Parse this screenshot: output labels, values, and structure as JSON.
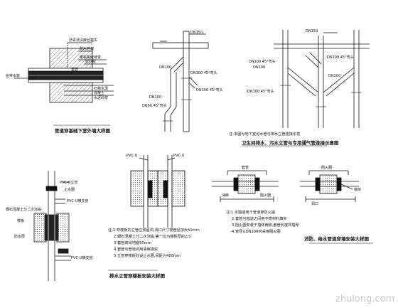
{
  "detail_tl": {
    "caption": "管道穿基础下室外墙大样图",
    "labels": [
      "沥青浸渍麻丝塞实",
      "防水卷材",
      "聚氨酯嵌缝膏",
      "密封胶",
      "套管",
      "石棉水泥",
      "混凝土",
      "水泥砂浆",
      "给排水管"
    ]
  },
  "detail_tm": {
    "labels": [
      "DN150",
      "DN100",
      "DN100 45°弯头",
      "DN100 45°弯头",
      "DN50 45°弯头",
      "DN100"
    ]
  },
  "detail_tr": {
    "labels": [
      "DN150",
      "DN100",
      "DN100 45°弯头",
      "DN100 45°弯头",
      "DN100 45°弯头",
      "DN100"
    ],
    "note": "注:本图为地下室污水管与排水立管连接示意",
    "caption": "卫生间排水、污水立管与专用通气管连接示意图"
  },
  "detail_bl": {
    "labels": [
      "PVC-U立管",
      "止水圈",
      "PVC-U横支管",
      "细石混凝土分二次浇捣",
      "楼板",
      "防水层",
      "PVC-U横支管"
    ]
  },
  "detail_bm": {
    "labels": [
      "PVC-U",
      "PVC-U"
    ],
    "notes": [
      "注:1.穿楼板的立管应预留洞,洞口尺寸按管径加大50mm",
      "2.细石混凝土分二次浇捣,第一次为楼板厚的2/3",
      "3.套管高出地面50mm",
      "4.套管与管道间用油麻填实",
      "5.立管穿楼板处设止水圈,间距为400mm"
    ],
    "caption": "排水立管穿楼板安装大样图"
  },
  "detail_br": {
    "labels": [
      "套管",
      "油麻",
      "阻火圈",
      "墙体",
      "阻火圈",
      "洞口"
    ],
    "notes": [
      "注:1.本图适用于管道穿防火墙",
      "2.套管与管道之间用不燃材料填实",
      "3.阻火圈安装于墙体两侧,套管长度同墙厚",
      "4.管径≤DN100时采用阻火圈"
    ],
    "caption": "消防、给水管道穿墙安装大样图"
  },
  "watermark": "zhulong.com"
}
